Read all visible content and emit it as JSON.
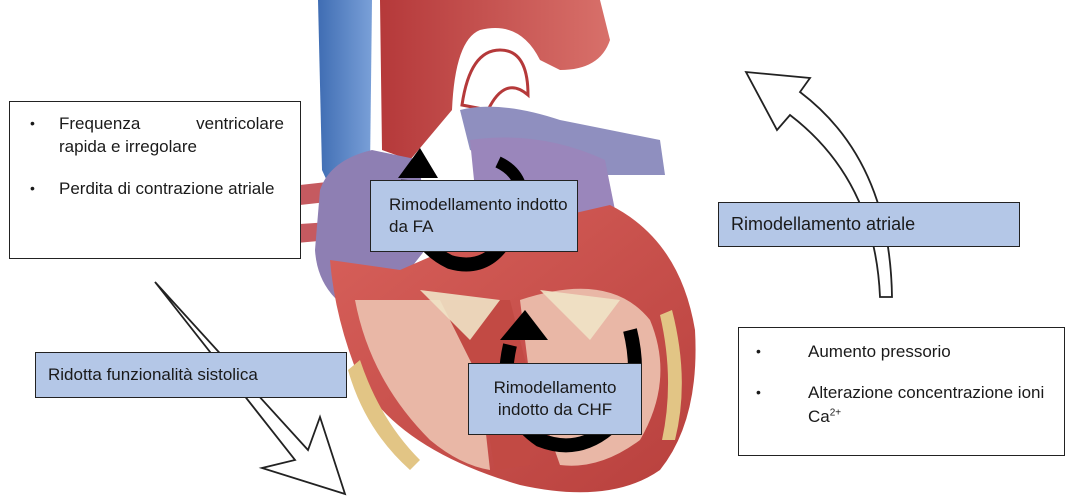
{
  "left_box": {
    "items": [
      "Frequenza ventricolare rapida e irregolare",
      "Perdita di contrazione atriale"
    ]
  },
  "right_box": {
    "items": [
      "Aumento pressorio",
      "Alterazione concentrazione ioni Ca"
    ],
    "superscript": "2+"
  },
  "labels": {
    "fa_remodeling": "Rimodellamento indotto da FA",
    "chf_remodeling": "Rimodellamento indotto da CHF",
    "atrial_remodeling": "Rimodellamento atriale",
    "systolic_reduction": "Ridotta funzionalità sistolica"
  },
  "bullet_glyph": "•",
  "colors": {
    "label_fill": "#b4c7e7",
    "myocardium": "#c8504e",
    "vein": "#4f7fc0",
    "artery": "#b53a3a",
    "cycle_arrow": "#000000"
  },
  "icons": [
    "heart-illustration",
    "cycle-arrow",
    "hollow-arrow-up",
    "hollow-arrow-down"
  ]
}
